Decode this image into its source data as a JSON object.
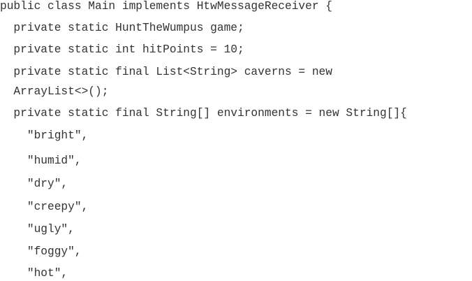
{
  "code": {
    "lines": [
      "public class Main implements HtwMessageReceiver {",
      "  private static HuntTheWumpus game;",
      "  private static int hitPoints = 10;",
      "  private static final List<String> caverns = new",
      "  ArrayList<>();",
      "  private static final String[] environments = new String[]{",
      "    \"bright\",",
      "    \"humid\",",
      "    \"dry\",",
      "    \"creepy\",",
      "    \"ugly\",",
      "    \"foggy\",",
      "    \"hot\","
    ]
  }
}
